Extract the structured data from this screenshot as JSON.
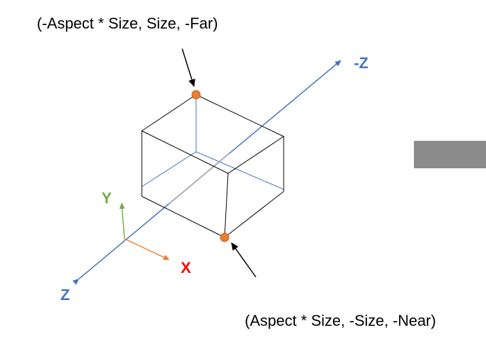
{
  "labels": {
    "far_corner": "(-Aspect * Size, Size,  -Far)",
    "near_corner": "(Aspect * Size, -Size,  -Near)",
    "neg_z_axis": "-Z",
    "z_axis": "Z",
    "x_axis": "X",
    "y_axis": "Y"
  },
  "colors": {
    "z_axis": "#4472c4",
    "x_axis": "#ed7d31",
    "y_axis": "#70ad47",
    "x_label": "#ff0000",
    "corner_point": "#ed7d31",
    "box_edge": "#000000",
    "hidden_edge": "#4472c4",
    "side_bar_fill": "#8c8c8c"
  }
}
